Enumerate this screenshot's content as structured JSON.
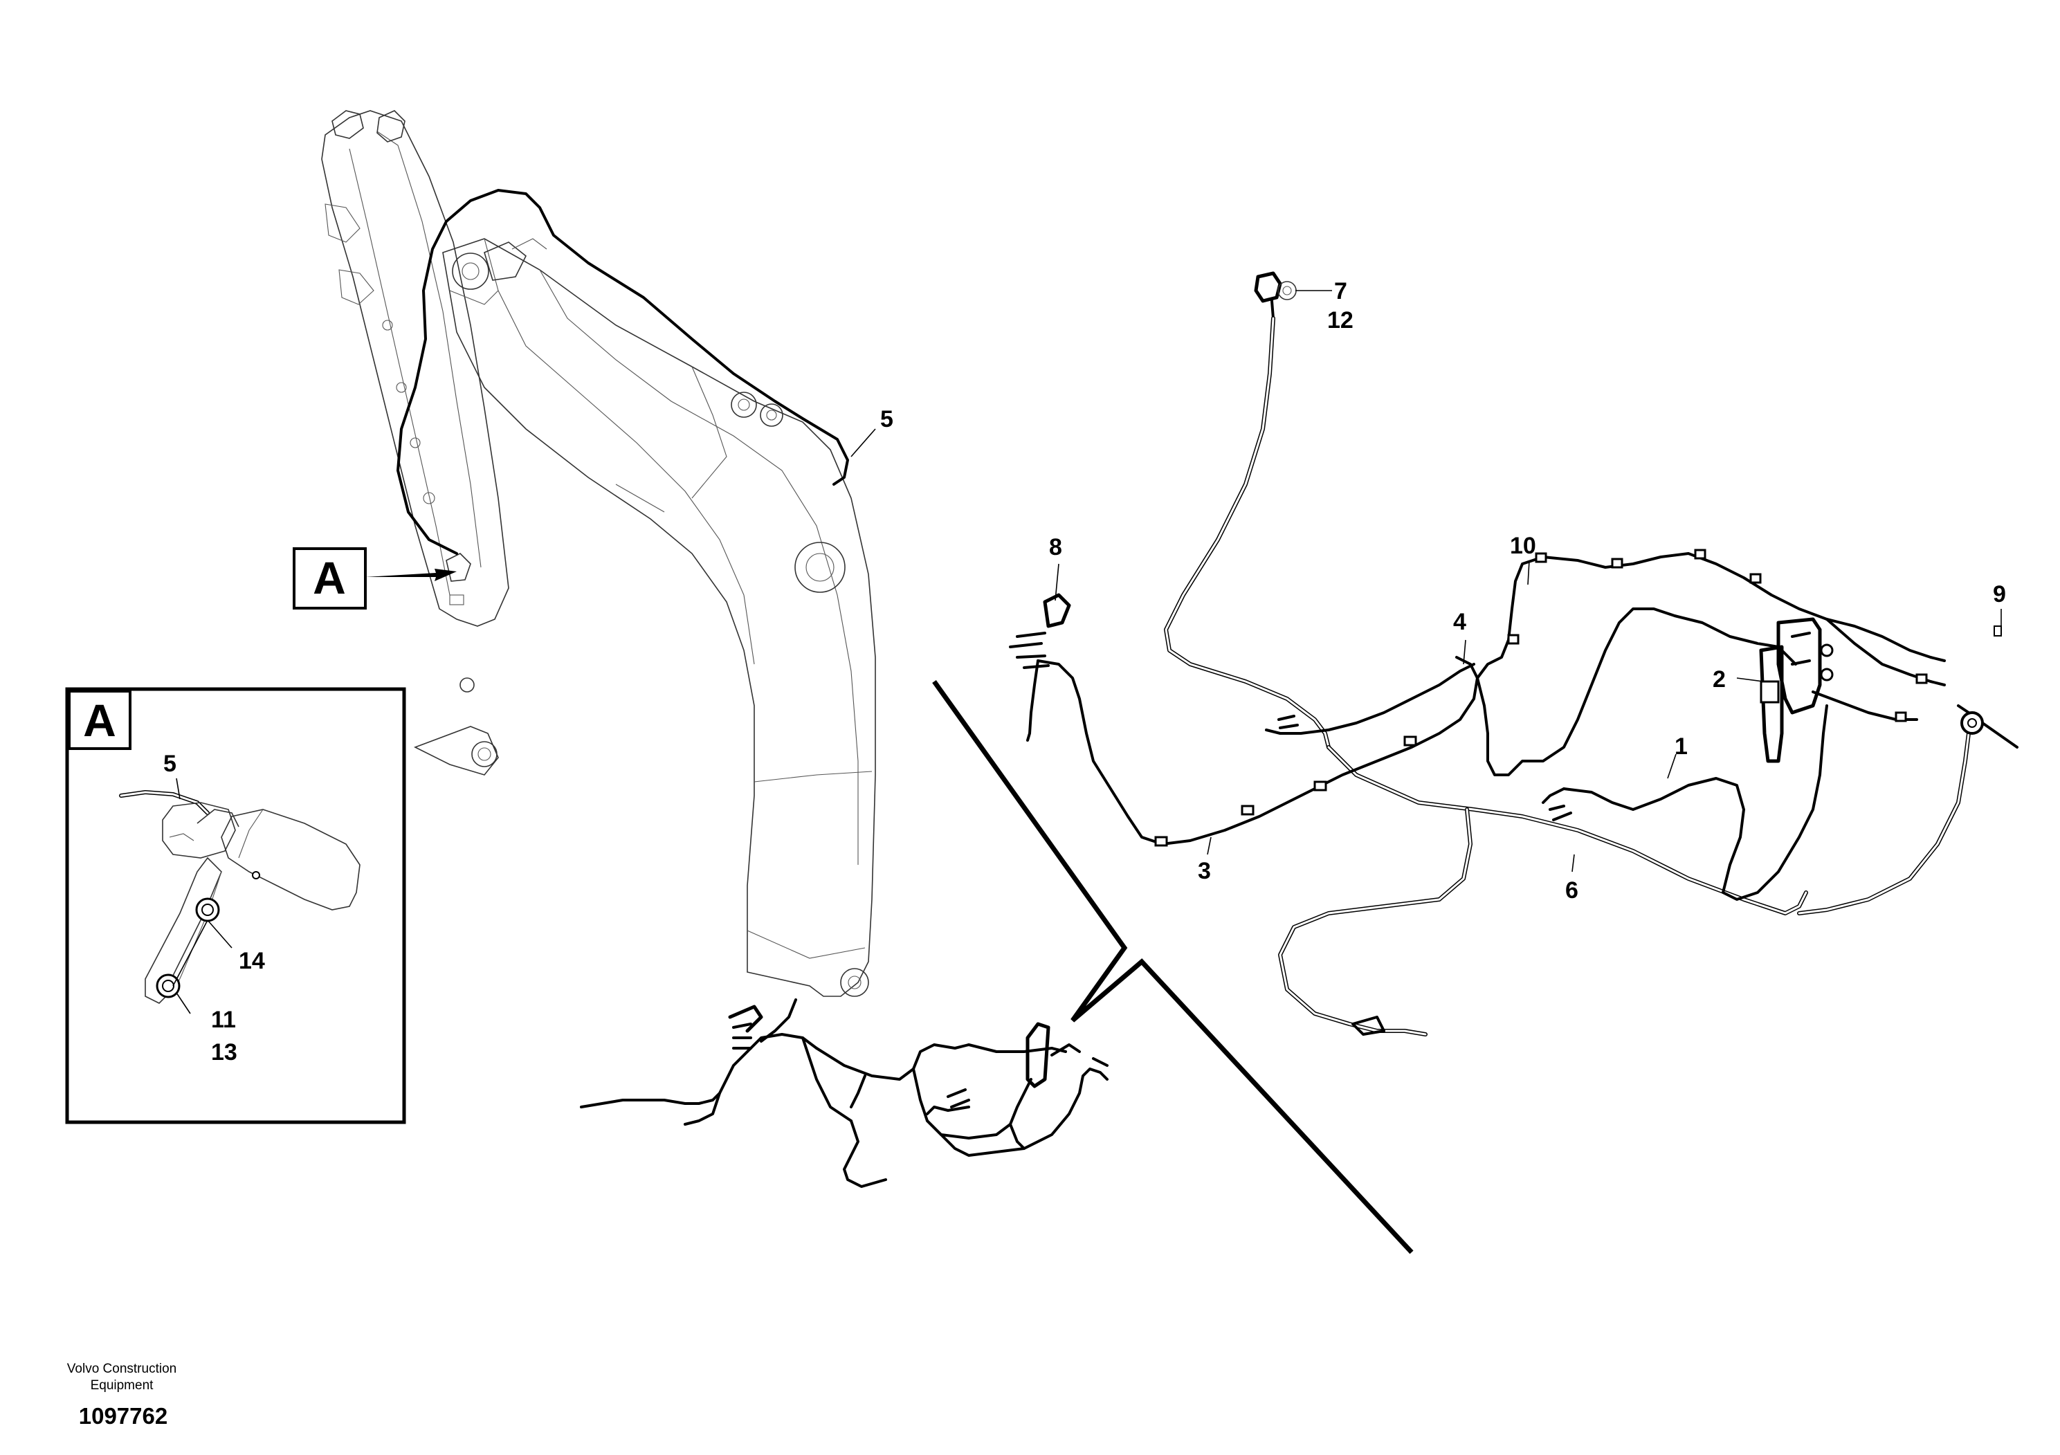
{
  "detail_view": {
    "marker_letter": "A",
    "inset_letter": "A"
  },
  "callouts": [
    {
      "id": "1",
      "text": "1"
    },
    {
      "id": "2",
      "text": "2"
    },
    {
      "id": "3",
      "text": "3"
    },
    {
      "id": "4",
      "text": "4"
    },
    {
      "id": "5",
      "text": "5"
    },
    {
      "id": "6",
      "text": "6"
    },
    {
      "id": "7",
      "text": "7"
    },
    {
      "id": "8",
      "text": "8"
    },
    {
      "id": "9",
      "text": "9"
    },
    {
      "id": "10",
      "text": "10"
    },
    {
      "id": "12",
      "text": "12"
    }
  ],
  "inset_callouts": [
    {
      "id": "5",
      "text": "5"
    },
    {
      "id": "14",
      "text": "14"
    },
    {
      "id": "11",
      "text": "11"
    },
    {
      "id": "13",
      "text": "13"
    }
  ],
  "footer": {
    "company_line1": "Volvo Construction",
    "company_line2": "Equipment",
    "drawing_number": "1097762"
  },
  "colors": {
    "line": "#000000",
    "outline": "#333333",
    "background": "#ffffff"
  }
}
